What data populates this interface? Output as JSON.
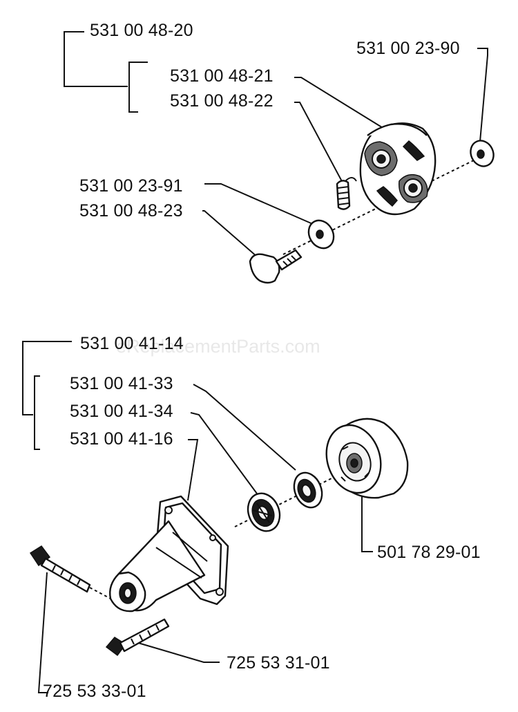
{
  "watermark": "eReplacementParts.com",
  "part_labels": {
    "p1": "531 00 48-20",
    "p2": "531 00 48-21",
    "p3": "531 00 48-22",
    "p4": "531 00 23-90",
    "p5": "531 00 23-91",
    "p6": "531 00 48-23",
    "p7": "531 00 41-14",
    "p8": "531 00 41-33",
    "p9": "531 00 41-34",
    "p10": "531 00 41-16",
    "p11": "501 78 29-01",
    "p12": "725 53 31-01",
    "p13": "725 53 33-01"
  },
  "colors": {
    "line": "#111111",
    "background": "#ffffff",
    "watermark": "#d6d6d6"
  }
}
